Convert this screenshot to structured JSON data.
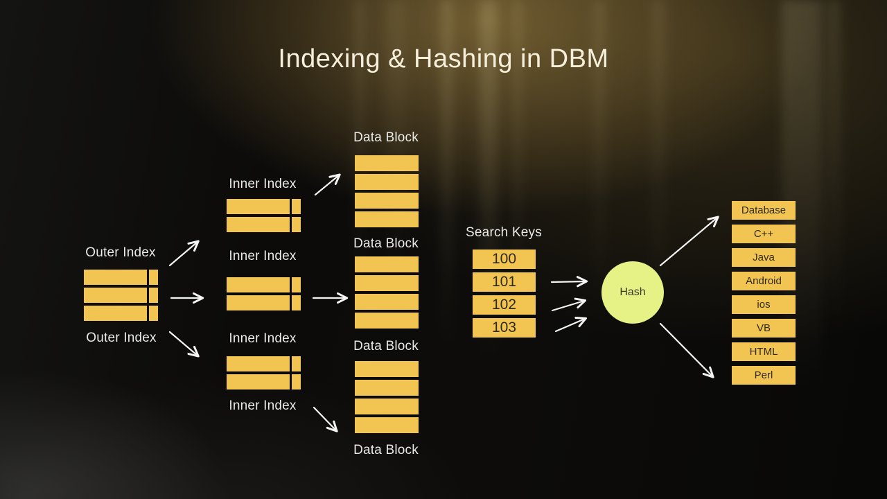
{
  "title": "Indexing & Hashing in DBM",
  "colors": {
    "box_gold": "#f2c452",
    "hash_fill": "#e6f286",
    "title_text": "#f6efdb",
    "label_text": "#eaeae7",
    "box_text": "#2f2a18",
    "arrow": "#f5f5f5"
  },
  "outer_index": {
    "label_top": "Outer Index",
    "label_bottom": "Outer Index",
    "rows": 3
  },
  "inner_index": {
    "labels": [
      "Inner Index",
      "Inner Index",
      "Inner Index",
      "Inner Index"
    ],
    "tables": 3,
    "rows_per_table": 2
  },
  "data_blocks": {
    "labels": [
      "Data Block",
      "Data Block",
      "Data Block",
      "Data Block"
    ],
    "stacks": 3,
    "rows_per_stack": 4
  },
  "search_keys": {
    "label": "Search Keys",
    "keys": [
      "100",
      "101",
      "102",
      "103"
    ]
  },
  "hash": {
    "label": "Hash"
  },
  "hash_buckets": {
    "items": [
      "Database",
      "C++",
      "Java",
      "Android",
      "ios",
      "VB",
      "HTML",
      "Perl"
    ]
  }
}
